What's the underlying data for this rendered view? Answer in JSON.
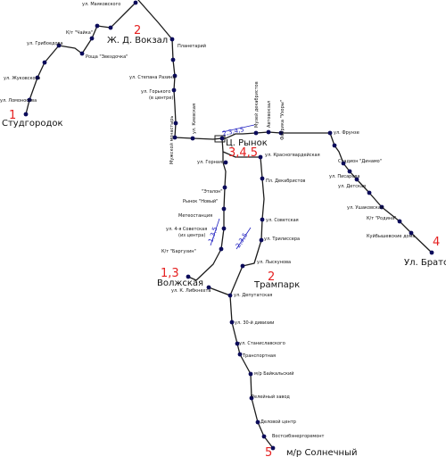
{
  "route_labels": {
    "r1": "1",
    "r2a": "2",
    "r2b": "2",
    "r4": "4",
    "r5": "5",
    "r13": "1,3",
    "r345": "3,4,5",
    "dir_2345": "2,3,4,5",
    "dir_135": "1,3,5",
    "dir_235": "2,3,5"
  },
  "terminals": {
    "studgorodok": "Студгородок",
    "zh_d_vokzal": "Ж. Д. Вокзал",
    "ts_rynok": "Ц. Рынок",
    "volzhskaya": "Волжская",
    "trampark": "Трампарк",
    "ul_bratskaya": "Ул. Братская",
    "mr_solnechny": "м/р Солнечный"
  },
  "stops": {
    "mayakovskogo": "ул. Маяковского",
    "kt_chayka": "К/т \"Чайка\"",
    "griboedova": "ул. Грибоедова",
    "roshcha": "Роща \"Звездочка\"",
    "zhukovskogo": "ул. Жуковского",
    "lomonosova": "ул. Ломоносова",
    "planetariy": "Планетарий",
    "stepana_razina": "ул. Степана Разина",
    "gorkogo_1": "ул. Горького",
    "gorkogo_2": "(в центре)",
    "muzhskoy": "Мужской монастырь",
    "kievskaya": "ул. Киевская",
    "muzey": "Музей декабристов",
    "avtovokzal": "Автовокзал",
    "fabrika": "Фабрика \"Узоры\"",
    "frunze": "ул. Фрунзе",
    "krasnogvardeyskaya": "ул. Красногвардейская",
    "stadion": "Стадион \"Динамо\"",
    "pisareva": "ул. Писарева",
    "detskaya": "ул. Детская",
    "ushakovskaya": "ул. Ушаковская",
    "kt_rodina": "К/т \"Родина\"",
    "kuybyshev": "Куйбышевские дома",
    "gornaya": "ул. Горная",
    "etalon": "\"Эталон\"",
    "rynok_novy": "Рынок \"Новый\"",
    "meteostantsiya": "Метеостанция",
    "sovetskaya4_1": "ул. 4-я Советская",
    "sovetskaya4_2": "(из центра)",
    "kt_barguzin": "К/т \"Баргузин\"",
    "pl_dekabristov": "Пл. Декабристов",
    "sovetskaya": "ул. Советская",
    "trilissera": "ул. Трилиссера",
    "liskunova": "ул. Лыскунова",
    "libknekhta": "ул. К. Либкнехта",
    "deputatskaya": "ул. Депутатская",
    "divizii30": "ул. 30-й дивизии",
    "stanislavskogo": "ул. Станиславского",
    "transportnaya": "Транспортная",
    "baykalsky": "м/р Байкальский",
    "reyleyny": "Релейный завод",
    "delovoy": "Деловой центр",
    "vostsib": "Востсибэнергоремонт"
  },
  "colors": {
    "line": "#1c1c1c",
    "stop": "#0b0b5a",
    "route_number": "#e52020",
    "direction": "#2020c0"
  }
}
